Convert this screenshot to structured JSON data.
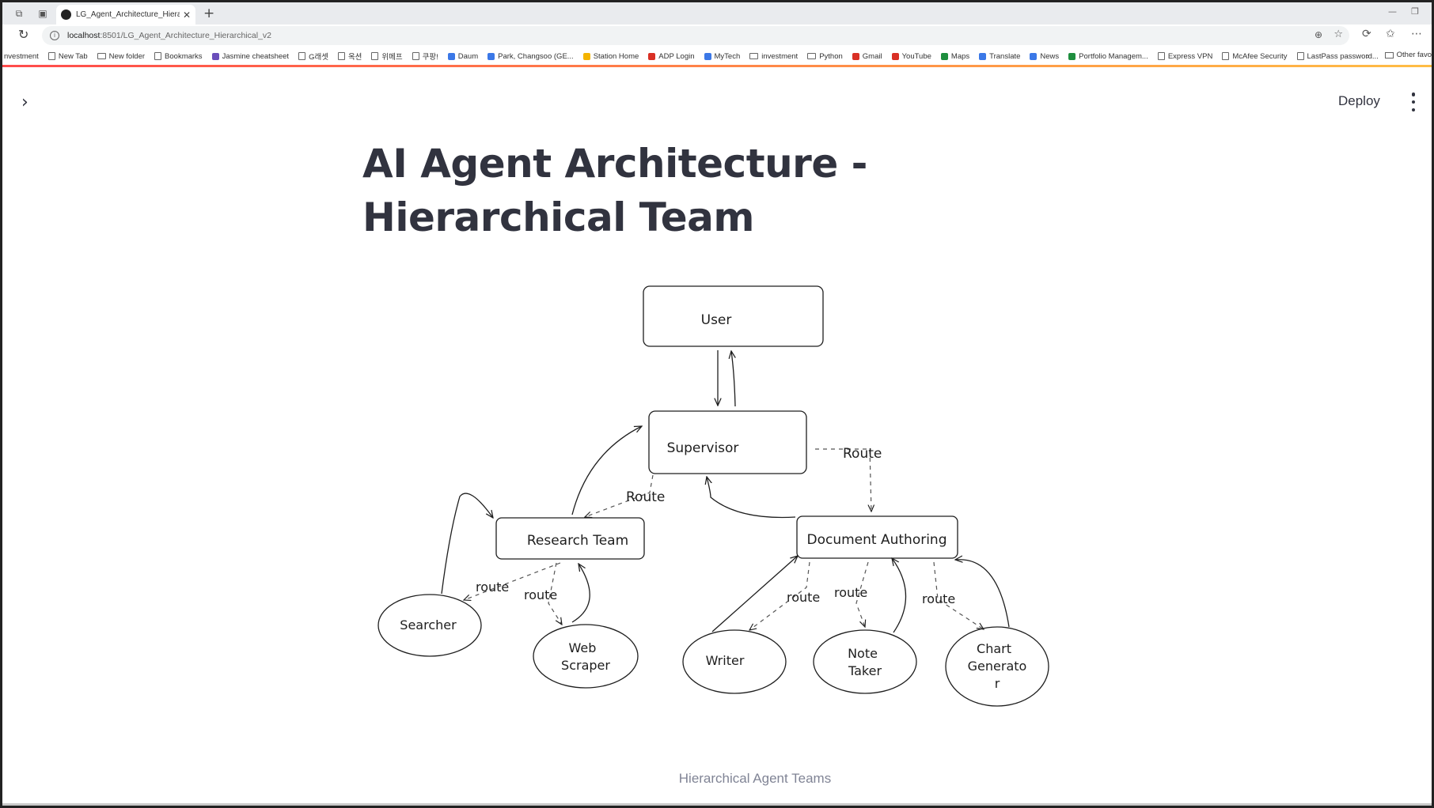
{
  "browser": {
    "tab_title": "LG_Agent_Architecture_Hierarchi",
    "url_host": "localhost",
    "url_path": ":8501/LG_Agent_Architecture_Hierarchical_v2",
    "bookmarks": [
      {
        "label": "nvestment",
        "icon": "none"
      },
      {
        "label": "New Tab",
        "icon": "page"
      },
      {
        "label": "New folder",
        "icon": "folder"
      },
      {
        "label": "Bookmarks",
        "icon": "page"
      },
      {
        "label": "Jasmine cheatsheet",
        "icon": "purple"
      },
      {
        "label": "G래셋",
        "icon": "page"
      },
      {
        "label": "옥션",
        "icon": "page"
      },
      {
        "label": "위메프",
        "icon": "page"
      },
      {
        "label": "쿠팡!",
        "icon": "page"
      },
      {
        "label": "Daum",
        "icon": "blue"
      },
      {
        "label": "Park, Changsoo (GE...",
        "icon": "blue"
      },
      {
        "label": "Station Home",
        "icon": "grid"
      },
      {
        "label": "ADP Login",
        "icon": "red"
      },
      {
        "label": "MyTech",
        "icon": "blue"
      },
      {
        "label": "investment",
        "icon": "folder"
      },
      {
        "label": "Python",
        "icon": "folder"
      },
      {
        "label": "Gmail",
        "icon": "red"
      },
      {
        "label": "YouTube",
        "icon": "red"
      },
      {
        "label": "Maps",
        "icon": "green"
      },
      {
        "label": "Translate",
        "icon": "blue"
      },
      {
        "label": "News",
        "icon": "blue"
      },
      {
        "label": "Portfolio Managem...",
        "icon": "green"
      },
      {
        "label": "Express VPN",
        "icon": "page"
      },
      {
        "label": "McAfee Security",
        "icon": "page"
      },
      {
        "label": "LastPass password...",
        "icon": "page"
      }
    ],
    "other_bookmarks": "Other favo"
  },
  "app": {
    "deploy_label": "Deploy",
    "title": "AI Agent Architecture - Hierarchical Team",
    "caption": "Hierarchical Agent Teams"
  },
  "diagram": {
    "nodes": {
      "user": "User",
      "supervisor": "Supervisor",
      "research_team": "Research Team",
      "document_authoring": "Document Authoring",
      "searcher": "Searcher",
      "web_scraper_l1": "Web",
      "web_scraper_l2": "Scraper",
      "writer": "Writer",
      "note_taker_l1": "Note",
      "note_taker_l2": "Taker",
      "chart_gen_l1": "Chart",
      "chart_gen_l2": "Generato",
      "chart_gen_l3": "r"
    },
    "edge_labels": {
      "sup_route_left": "Route",
      "sup_route_right": "Route",
      "rt_route_searcher": "route",
      "rt_route_scraper": "route",
      "da_route_writer": "route",
      "da_route_note": "route",
      "da_route_chart": "route"
    }
  },
  "colors": {
    "accent_red": "#ff4b4b",
    "accent_yellow": "#ffbd45",
    "text": "#31333f",
    "caption": "#808495",
    "stroke": "#1e1e1e"
  }
}
